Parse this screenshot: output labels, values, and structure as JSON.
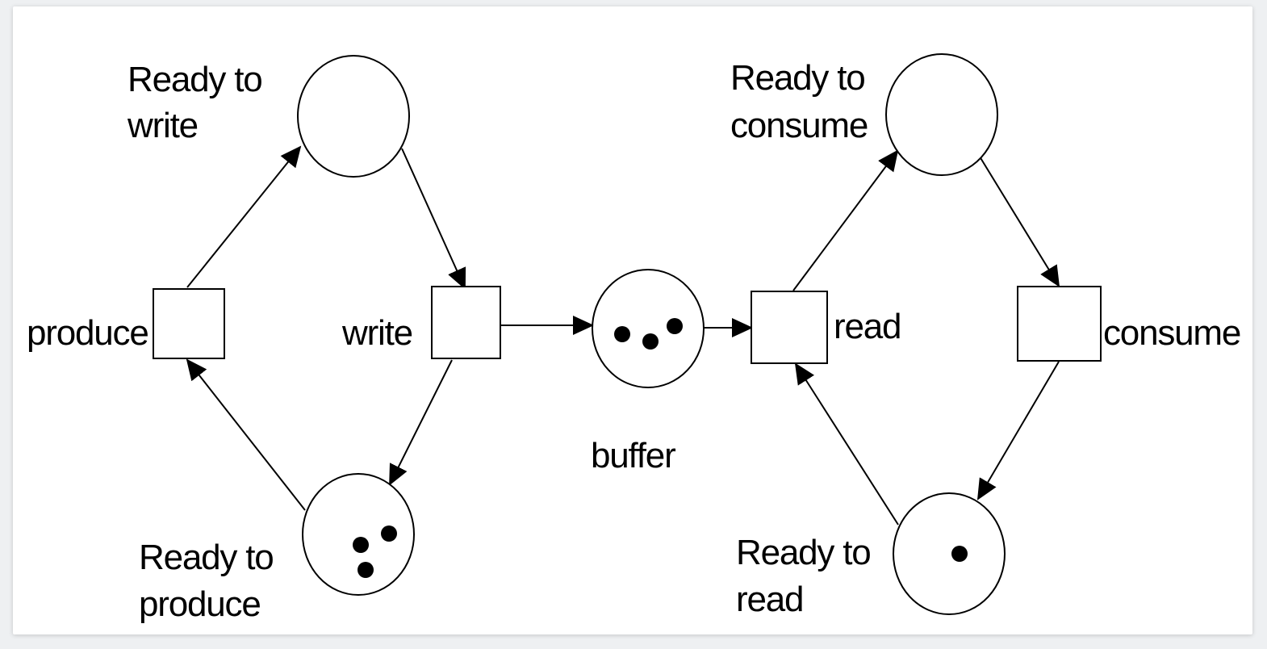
{
  "places": [
    {
      "id": "ready-to-write",
      "label_lines": [
        "Ready to",
        "write"
      ],
      "tokens": 0
    },
    {
      "id": "ready-to-produce",
      "label_lines": [
        "Ready to",
        "produce"
      ],
      "tokens": 3
    },
    {
      "id": "buffer",
      "label_lines": [
        "buffer"
      ],
      "tokens": 3
    },
    {
      "id": "ready-to-consume",
      "label_lines": [
        "Ready to",
        "consume"
      ],
      "tokens": 0
    },
    {
      "id": "ready-to-read",
      "label_lines": [
        "Ready to",
        "read"
      ],
      "tokens": 1
    }
  ],
  "transitions": [
    {
      "id": "produce",
      "label": "produce"
    },
    {
      "id": "write",
      "label": "write"
    },
    {
      "id": "read",
      "label": "read"
    },
    {
      "id": "consume",
      "label": "consume"
    }
  ],
  "arcs": [
    {
      "from": "produce",
      "to": "ready-to-write"
    },
    {
      "from": "ready-to-write",
      "to": "write"
    },
    {
      "from": "write",
      "to": "ready-to-produce"
    },
    {
      "from": "ready-to-produce",
      "to": "produce"
    },
    {
      "from": "write",
      "to": "buffer"
    },
    {
      "from": "buffer",
      "to": "read"
    },
    {
      "from": "read",
      "to": "ready-to-consume"
    },
    {
      "from": "ready-to-consume",
      "to": "consume"
    },
    {
      "from": "consume",
      "to": "ready-to-read"
    },
    {
      "from": "ready-to-read",
      "to": "read"
    }
  ]
}
